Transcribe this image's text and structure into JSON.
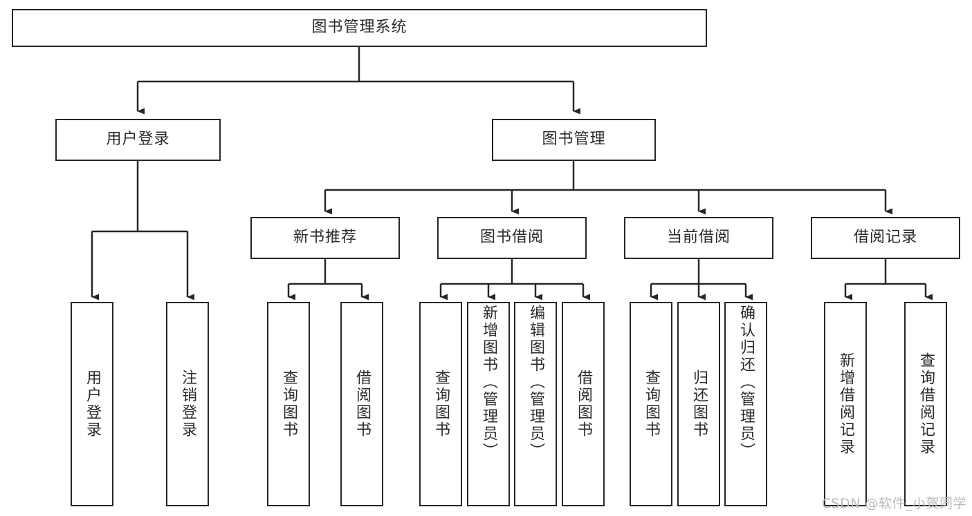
{
  "diagram": {
    "title": "图书管理系统",
    "type": "tree",
    "colors": {
      "box_border": "#262626",
      "box_fill": "#ffffff",
      "text": "#2b2b2b",
      "connector": "#262626",
      "watermark": "#b9b9b9",
      "background": "#ffffff"
    },
    "root": {
      "label": "图书管理系统"
    },
    "level1": [
      {
        "label": "用户登录"
      },
      {
        "label": "图书管理"
      }
    ],
    "level2": [
      {
        "label": "新书推荐"
      },
      {
        "label": "图书借阅"
      },
      {
        "label": "当前借阅"
      },
      {
        "label": "借阅记录"
      }
    ],
    "leaves": {
      "user_login": [
        {
          "label": "用户登录"
        },
        {
          "label": "注销登录"
        }
      ],
      "new_book_recommend": [
        {
          "label": "查询图书"
        },
        {
          "label": "借阅图书"
        }
      ],
      "book_borrow": [
        {
          "label": "查询图书"
        },
        {
          "label": "新增图书（管理员）"
        },
        {
          "label": "编辑图书（管理员）"
        },
        {
          "label": "借阅图书"
        }
      ],
      "current_borrow": [
        {
          "label": "查询图书"
        },
        {
          "label": "归还图书"
        },
        {
          "label": "确认归还（管理员）"
        }
      ],
      "borrow_record": [
        {
          "label": "新增借阅记录"
        },
        {
          "label": "查询借阅记录"
        }
      ]
    }
  },
  "watermark": {
    "text": "CSDN @软件_小贺同学"
  }
}
